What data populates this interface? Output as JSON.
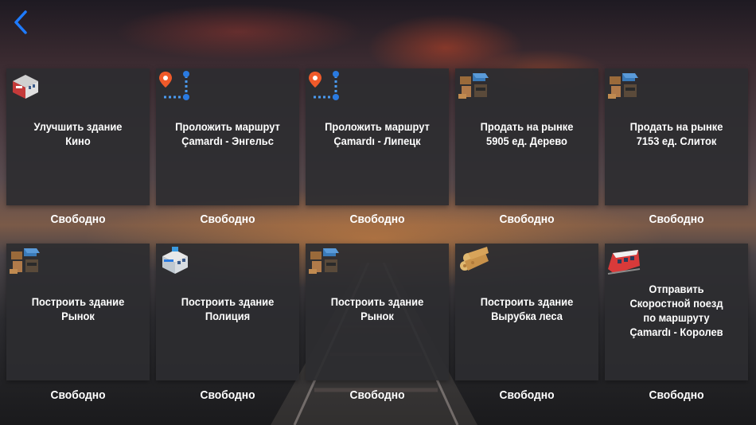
{
  "nav": {
    "back_icon": "chevron-left-icon",
    "accent": "#1e7bff"
  },
  "status_label": "Свободно",
  "cards": [
    {
      "title": "Улучшить здание\nКино",
      "icon": "cinema-building-icon",
      "status": "Свободно"
    },
    {
      "title": "Проложить маршрут\nÇamardı - Энгельс",
      "icon": "route-pin-icon",
      "status": "Свободно"
    },
    {
      "title": "Проложить маршрут\nÇamardı - Липецк",
      "icon": "route-pin-icon",
      "status": "Свободно"
    },
    {
      "title": "Продать на рынке\n5905 ед. Дерево",
      "icon": "market-icon",
      "status": "Свободно"
    },
    {
      "title": "Продать на рынке\n7153 ед. Слиток",
      "icon": "market-icon",
      "status": "Свободно"
    },
    {
      "title": "Построить здание\nРынок",
      "icon": "market-icon",
      "status": "Свободно"
    },
    {
      "title": "Построить здание\nПолиция",
      "icon": "police-building-icon",
      "status": "Свободно"
    },
    {
      "title": "Построить здание\nРынок",
      "icon": "market-icon",
      "status": "Свободно"
    },
    {
      "title": "Построить здание\nВырубка леса",
      "icon": "lumber-icon",
      "status": "Свободно"
    },
    {
      "title": "Отправить\nСкоростной поезд\nпо маршруту\nÇamardı - Королев",
      "icon": "train-icon",
      "status": "Свободно"
    }
  ]
}
